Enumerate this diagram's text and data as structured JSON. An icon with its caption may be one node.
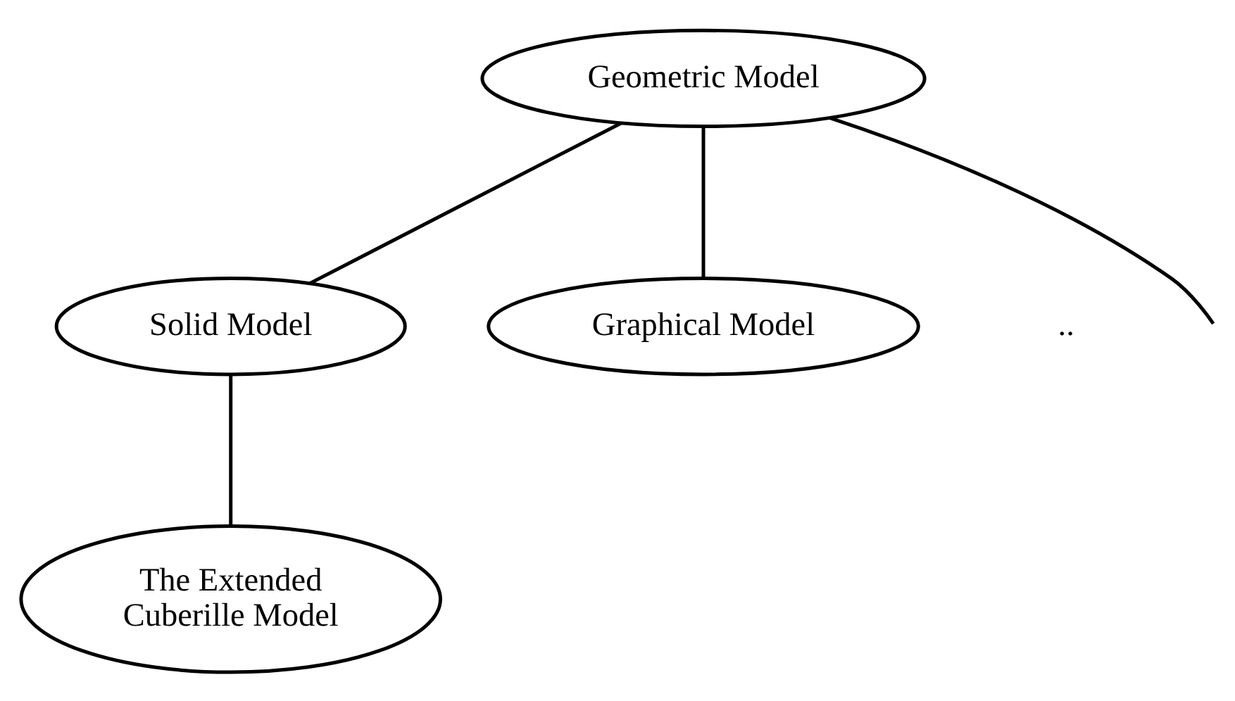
{
  "diagram": {
    "nodes": [
      {
        "text": [
          "Geometric Model"
        ]
      },
      {
        "text": [
          "Solid Model"
        ]
      },
      {
        "text": [
          "Graphical Model"
        ]
      },
      {
        "text": [
          "The Extended Cuberille Model"
        ]
      }
    ],
    "edges": [
      {
        "from": 0,
        "to": 1,
        "arrow": "none"
      },
      {
        "from": 0,
        "to": 2,
        "arrow": "none"
      },
      {
        "from": 0,
        "to": null,
        "arrow": "none"
      },
      {
        "from": 1,
        "to": 3,
        "arrow": "none"
      }
    ],
    "labels": [
      ".."
    ]
  }
}
